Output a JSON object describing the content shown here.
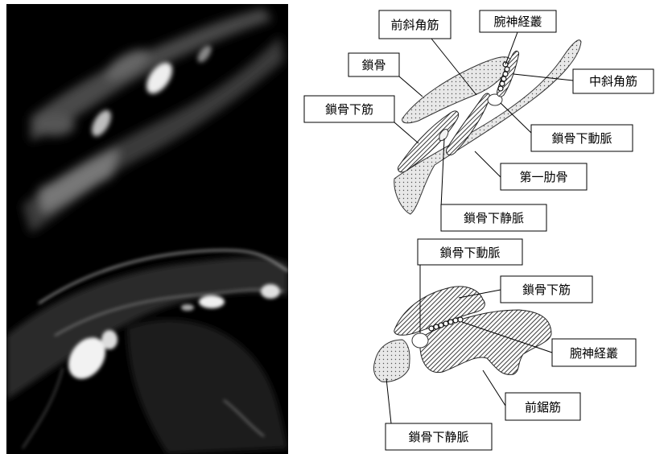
{
  "top_diagram_labels": {
    "anterior_scalene": "前斜角筋",
    "brachial_plexus": "腕神経叢",
    "clavicle": "鎖骨",
    "middle_scalene": "中斜角筋",
    "subclavius": "鎖骨下筋",
    "subclavian_artery": "鎖骨下動脈",
    "first_rib": "第一肋骨",
    "subclavian_vein": "鎖骨下静脈"
  },
  "bottom_diagram_labels": {
    "subclavian_artery": "鎖骨下動脈",
    "subclavius": "鎖骨下筋",
    "brachial_plexus": "腕神経叢",
    "serratus_anterior": "前鋸筋",
    "subclavian_vein": "鎖骨下静脈"
  },
  "colors": {
    "mri_background": "#000000",
    "label_border": "#000000",
    "structure_fill": "#e6e6e6"
  }
}
